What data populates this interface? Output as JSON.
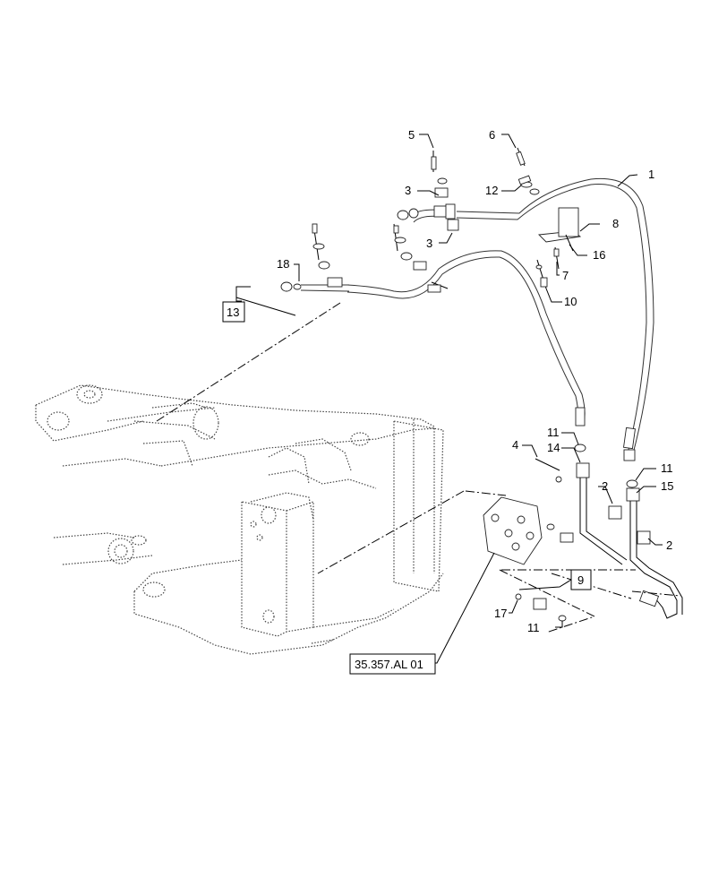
{
  "callouts": {
    "c1": "1",
    "c2a": "2",
    "c2b": "2",
    "c3a": "3",
    "c3b": "3",
    "c4": "4",
    "c5": "5",
    "c6": "6",
    "c7": "7",
    "c8": "8",
    "c9": "9",
    "c10": "10",
    "c11a": "11",
    "c11b": "11",
    "c11c": "11",
    "c12": "12",
    "c13": "13",
    "c14": "14",
    "c15": "15",
    "c16": "16",
    "c17": "17",
    "c18": "18"
  },
  "reference": "35.357.AL 01"
}
